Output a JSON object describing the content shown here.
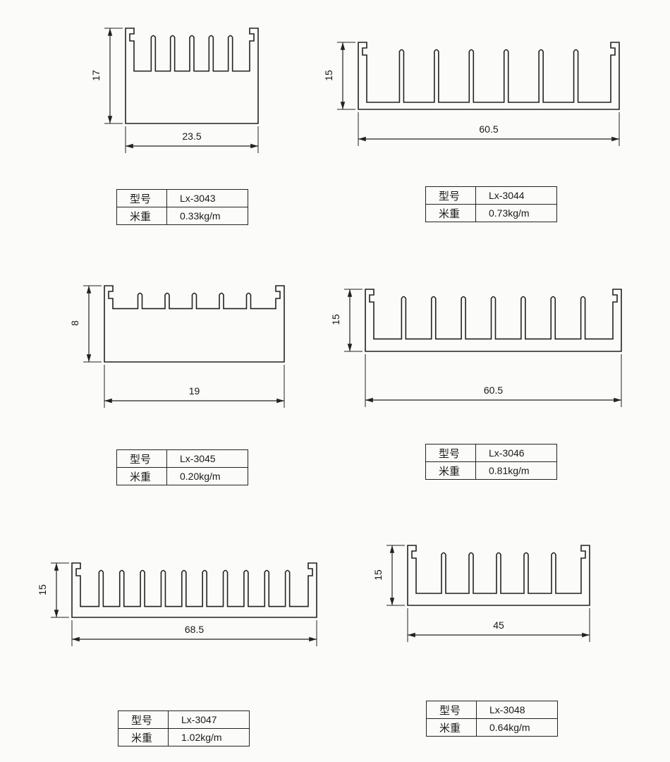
{
  "labels": {
    "model": "型号",
    "weight": "米重"
  },
  "profiles": [
    {
      "model": "Lx-3043",
      "weight": "0.33kg/m",
      "height": "17",
      "width": "23.5"
    },
    {
      "model": "Lx-3044",
      "weight": "0.73kg/m",
      "height": "15",
      "width": "60.5"
    },
    {
      "model": "Lx-3045",
      "weight": "0.20kg/m",
      "height": "8",
      "width": "19"
    },
    {
      "model": "Lx-3046",
      "weight": "0.81kg/m",
      "height": "15",
      "width": "60.5"
    },
    {
      "model": "Lx-3047",
      "weight": "1.02kg/m",
      "height": "15",
      "width": "68.5"
    },
    {
      "model": "Lx-3048",
      "weight": "0.64kg/m",
      "height": "15",
      "width": "45"
    }
  ]
}
